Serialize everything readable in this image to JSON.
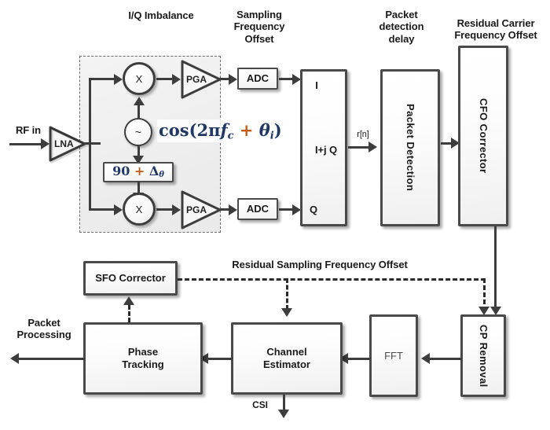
{
  "diagram": {
    "title": "OFDM receiver impairment block diagram",
    "annotations": {
      "iq_imbalance": "I/Q Imbalance",
      "sampling_freq_offset": "Sampling\nFrequency\nOffset",
      "packet_detection_delay": "Packet\ndetection\ndelay",
      "residual_carrier_freq_offset": "Residual Carrier\nFrequency Offset",
      "residual_sampling_freq_offset": "Residual Sampling Frequency Offset"
    },
    "signals": {
      "rf_in": "RF in",
      "rn": "r[n]",
      "csi": "CSI",
      "packet_processing": "Packet\nProcessing",
      "i": "I",
      "q": "Q",
      "i_plus_jq": "I+j Q"
    },
    "blocks": {
      "lna": "LNA",
      "mixer_i": "X",
      "mixer_q": "X",
      "oscillator": "~",
      "phase_shift_prefix": "90",
      "phase_shift_op": "+",
      "phase_shift_delta": "Δ",
      "phase_shift_sub": "θ",
      "pga_i": "PGA",
      "pga_q": "PGA",
      "adc_i": "ADC",
      "adc_q": "ADC",
      "packet_detection": "Packet  Detection",
      "cfo_corrector": "CFO Corrector",
      "cp_removal": "CP Removal",
      "fft": "FFT",
      "channel_estimator": "Channel\nEstimator",
      "phase_tracking": "Phase\nTracking",
      "sfo_corrector": "SFO Corrector"
    },
    "formula": {
      "lead": "cos(2π",
      "var1": "f",
      "var1_sub": "c",
      "op": "+",
      "var2": "θ",
      "var2_sub": "i",
      "tail": ")"
    },
    "colors": {
      "line": "#3d3d3d",
      "box_border": "#4a4a4a",
      "math_primary": "#1f3864",
      "math_accent": "#c55a11",
      "text": "#1a1a1a"
    }
  }
}
